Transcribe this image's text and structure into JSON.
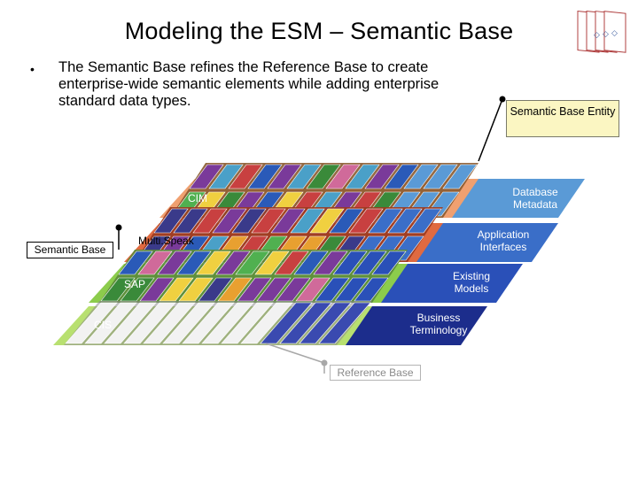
{
  "slide": {
    "title": "Modeling the ESM – Semantic Base",
    "bullet": "The Semantic Base refines the Reference Base to create enterprise-wide semantic elements while adding enterprise standard data types."
  },
  "diagram": {
    "callouts": {
      "semantic_base_entity": "Semantic Base Entity",
      "semantic_base": "Semantic Base",
      "reference_base": "Reference Base"
    },
    "layers": [
      {
        "label": "CIM",
        "color": "#f0a070"
      },
      {
        "label": "Multi.Speak",
        "color": "#e06a40"
      },
      {
        "label": "SAP",
        "color": "#8ccc4c"
      },
      {
        "label": "CIS",
        "color": "#b8e070"
      }
    ],
    "side_panels": [
      {
        "label": "Database Metadata",
        "color": "#5a9ad6"
      },
      {
        "label": "Application Interfaces",
        "color": "#3a6ec8"
      },
      {
        "label": "Existing Models",
        "color": "#2a50b8"
      },
      {
        "label": "Business Terminology",
        "color": "#1c2d8c"
      }
    ]
  }
}
